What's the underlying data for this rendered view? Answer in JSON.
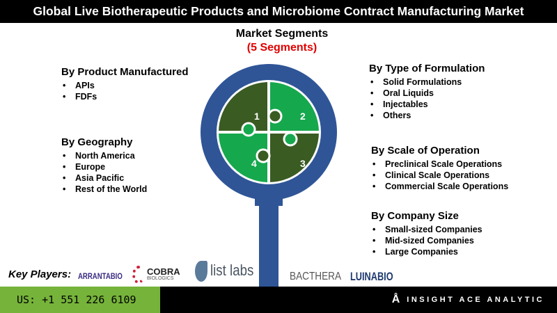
{
  "title": "Global Live Biotherapeutic Products and Microbiome Contract Manufacturing Market",
  "segments_title": "Market Segments",
  "segments_count": "(5 Segments)",
  "puzzle_numbers": [
    "1",
    "2",
    "3",
    "4"
  ],
  "colors": {
    "dark_green": "#3a5b22",
    "light_green": "#16a84d",
    "blue": "#2f5597",
    "accent_red": "#e00000",
    "footer_green": "#76b33a"
  },
  "blocks": [
    {
      "heading": "By Product Manufactured",
      "items": [
        "APIs",
        "FDFs"
      ]
    },
    {
      "heading": "By Geography",
      "items": [
        "North America",
        "Europe",
        "Asia Pacific",
        "Rest of the World"
      ]
    },
    {
      "heading": "By Type of Formulation",
      "items": [
        "Solid Formulations",
        "Oral Liquids",
        "Injectables",
        "Others"
      ]
    },
    {
      "heading": "By Scale of Operation",
      "items": [
        "Preclinical Scale Operations",
        "Clinical Scale Operations",
        "Commercial Scale Operations"
      ]
    },
    {
      "heading": "By Company Size",
      "items": [
        "Small-sized Companies",
        "Mid-sized Companies",
        "Large Companies"
      ]
    }
  ],
  "key_players_label": "Key Players:",
  "logos": [
    "ARRANTABIO",
    "COBRA",
    "BIOLOGICS",
    "list labs",
    "BACTHERA",
    "LUINABIO"
  ],
  "footer": {
    "phone": "US: +1 551 226 6109",
    "brand": "INSIGHT ACE ANALYTIC"
  }
}
